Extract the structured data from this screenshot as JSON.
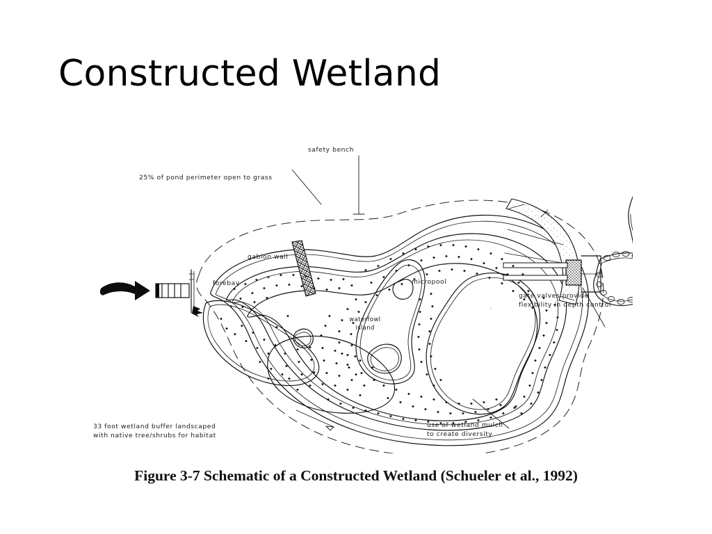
{
  "slide": {
    "title": "Constructed Wetland",
    "background_color": "#ffffff",
    "ink_color": "#0d0d0d"
  },
  "figure": {
    "caption": "Figure 3-7 Schematic of a Constructed Wetland (Schueler et al., 1992)",
    "caption_source": "Schueler et al., 1992",
    "caption_number": "Figure 3-7",
    "labels": {
      "perimeter": "25% of pond perimeter open to grass",
      "safety_bench": "safety bench",
      "gabion_wall": "gabion wall",
      "forebay": "forebay",
      "micropool": "micropool",
      "waterfowl_island_line1": "waterfowl",
      "waterfowl_island_line2": "island",
      "gate_valves_line1": "gate valves provide",
      "gate_valves_line2": "flexibility in depth control",
      "buffer_line1": "33 foot wetland buffer landscaped",
      "buffer_line2": "with native tree/shrubs for habitat",
      "mulch_line1": "use of wetland mulch",
      "mulch_line2": "to create diversity"
    },
    "icons": {
      "inflow": "inflow-arrow-icon",
      "outflow": "outflow-arrow-icon",
      "inlet": "inlet-culvert-icon",
      "outlet": "outlet-riser-icon"
    }
  }
}
